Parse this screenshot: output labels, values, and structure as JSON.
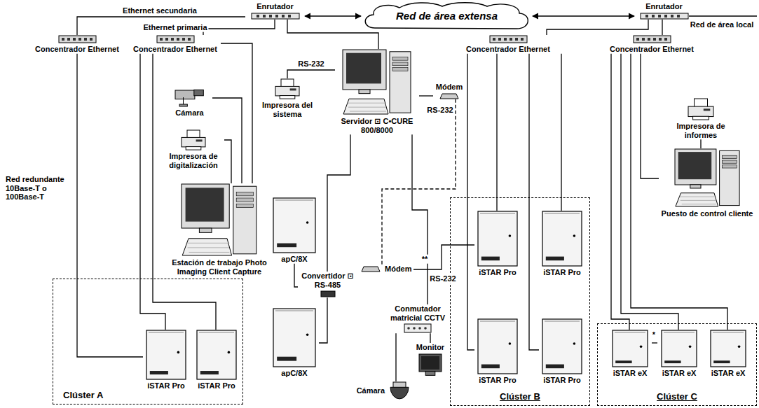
{
  "diagram": {
    "nodes": [
      {
        "text": [
          "Red de área extensa"
        ]
      },
      {
        "text": [
          "Enrutador"
        ]
      },
      {
        "text": [
          "Enrutador"
        ]
      },
      {
        "text": [
          "Concentrador Ethernet"
        ]
      },
      {
        "text": [
          "Concentrador Ethernet"
        ]
      },
      {
        "text": [
          "Cámara"
        ]
      },
      {
        "text": [
          "Impresora de digitalización"
        ]
      },
      {
        "text": [
          "Estación de trabajo Photo Imaging Client Capture"
        ]
      },
      {
        "text": [
          "Impresora del sistema"
        ]
      },
      {
        "text": [
          "Servidor ⊡ C•CURE 800/8000"
        ]
      },
      {
        "text": [
          "Módem"
        ]
      },
      {
        "text": [
          "Convertidor ⊡ RS-485"
        ]
      },
      {
        "text": [
          "apC/8X"
        ]
      },
      {
        "text": [
          "apC/8X"
        ]
      },
      {
        "text": [
          "Conmutador matricial CCTV"
        ]
      },
      {
        "text": [
          "Monitor"
        ]
      },
      {
        "text": [
          "Cámara"
        ]
      },
      {
        "text": [
          "Concentrador Ethernet"
        ]
      },
      {
        "text": [
          "Concentrador Ethernet"
        ]
      },
      {
        "text": [
          "Impresora de informes"
        ]
      },
      {
        "text": [
          "Puesto de control cliente"
        ]
      },
      {
        "text": [
          "Módem"
        ]
      },
      {
        "text": [
          "Clúster A"
        ]
      },
      {
        "text": [
          "iSTAR Pro"
        ],
        "in": 22
      },
      {
        "text": [
          "iSTAR Pro"
        ],
        "in": 22
      },
      {
        "text": [
          "Clúster B"
        ]
      },
      {
        "text": [
          "iSTAR Pro"
        ],
        "in": 25
      },
      {
        "text": [
          "iSTAR Pro"
        ],
        "in": 25
      },
      {
        "text": [
          "iSTAR Pro"
        ],
        "in": 25
      },
      {
        "text": [
          "iSTAR Pro"
        ],
        "in": 25
      },
      {
        "text": [
          "Clúster C"
        ]
      },
      {
        "text": [
          "iSTAR eX"
        ],
        "in": 30
      },
      {
        "text": [
          "iSTAR eX"
        ],
        "in": 30
      },
      {
        "text": [
          "iSTAR eX"
        ],
        "in": 30
      }
    ],
    "edges": [
      {
        "from": 1,
        "to": 0,
        "arrow": "both"
      },
      {
        "from": 0,
        "to": 2,
        "arrow": "both"
      },
      {
        "from": 1,
        "to": 3,
        "label": "Ethernet secundaria",
        "arrow": "none"
      },
      {
        "from": 1,
        "to": 4,
        "label": "Ethernet primaria",
        "arrow": "none"
      },
      {
        "from": 1,
        "to": 9,
        "arrow": "none"
      },
      {
        "from": 2,
        "to": 17,
        "arrow": "none"
      },
      {
        "from": 2,
        "to": 18,
        "arrow": "none"
      },
      {
        "from": 3,
        "to": 23,
        "arrow": "none"
      },
      {
        "from": 4,
        "to": 23,
        "arrow": "none"
      },
      {
        "from": 4,
        "to": 24,
        "arrow": "none"
      },
      {
        "from": 4,
        "to": 7,
        "arrow": "none"
      },
      {
        "from": 5,
        "to": 7,
        "arrow": "none"
      },
      {
        "from": 6,
        "to": 7,
        "arrow": "none"
      },
      {
        "from": 9,
        "to": 8,
        "label": "RS-232",
        "arrow": "none"
      },
      {
        "from": 9,
        "to": 10,
        "label": "RS-232",
        "arrow": "none"
      },
      {
        "from": 9,
        "to": 11,
        "arrow": "none"
      },
      {
        "from": 11,
        "to": 12,
        "arrow": "none"
      },
      {
        "from": 11,
        "to": 13,
        "arrow": "none"
      },
      {
        "from": 9,
        "to": 14,
        "arrow": "none"
      },
      {
        "from": 14,
        "to": 15,
        "arrow": "none"
      },
      {
        "from": 14,
        "to": 16,
        "arrow": "none"
      },
      {
        "from": 10,
        "to": 21,
        "arrow": "none"
      },
      {
        "from": 21,
        "to": 26,
        "label": "RS-232",
        "arrow": "none"
      },
      {
        "from": 17,
        "to": 26,
        "arrow": "none"
      },
      {
        "from": 17,
        "to": 27,
        "arrow": "none"
      },
      {
        "from": 17,
        "to": 28,
        "arrow": "none"
      },
      {
        "from": 17,
        "to": 29,
        "arrow": "none"
      },
      {
        "from": 18,
        "to": 31,
        "arrow": "none"
      },
      {
        "from": 18,
        "to": 32,
        "arrow": "none"
      },
      {
        "from": 18,
        "to": 33,
        "arrow": "none"
      },
      {
        "from": 31,
        "to": 32,
        "label": "*",
        "arrow": "none"
      },
      {
        "from": 18,
        "to": 20,
        "arrow": "none"
      },
      {
        "from": 19,
        "to": 20,
        "arrow": "none"
      }
    ],
    "labels": [
      "Red de área local",
      "Red redundante 10Base-T o 100Base-T",
      "**"
    ]
  }
}
